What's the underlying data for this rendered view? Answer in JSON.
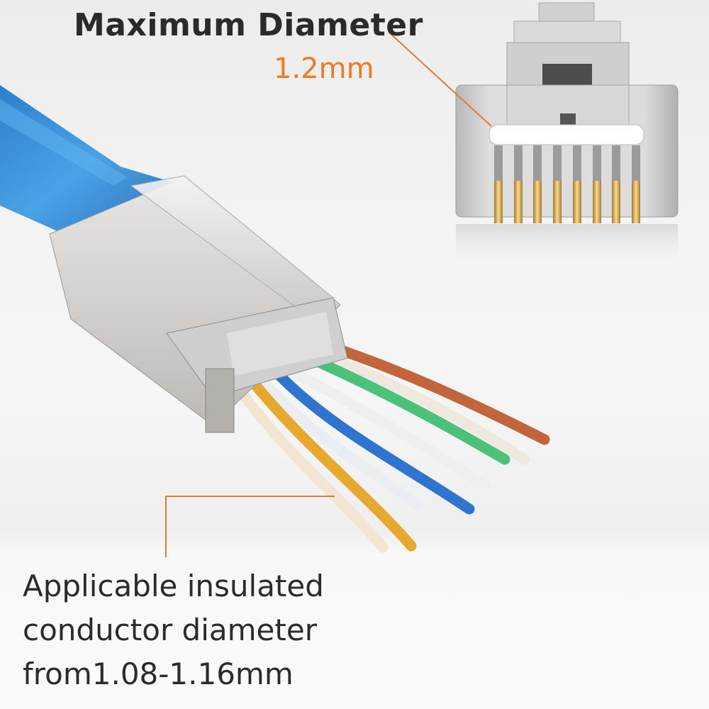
{
  "callouts": {
    "max_diameter": {
      "title": "Maximum Diameter",
      "value": "1.2mm"
    },
    "conductor": {
      "lines": [
        "Applicable insulated",
        "conductor diameter",
        "from1.08-1.16mm"
      ]
    }
  },
  "colors": {
    "accent": "#ee7a22",
    "text": "#2a2a2a",
    "cable_jacket": "#3f8fd6",
    "background": "#f3f3f3"
  },
  "wires": [
    {
      "name": "brown",
      "color": "#c2653a"
    },
    {
      "name": "white-brown",
      "color": "#efe8df"
    },
    {
      "name": "green",
      "color": "#4cc17a"
    },
    {
      "name": "white-green",
      "color": "#eef0ee"
    },
    {
      "name": "blue",
      "color": "#2f74cf"
    },
    {
      "name": "white-blue",
      "color": "#eaeef2"
    },
    {
      "name": "orange",
      "color": "#e6a82e"
    },
    {
      "name": "white-orange",
      "color": "#f1e6cf"
    }
  ]
}
